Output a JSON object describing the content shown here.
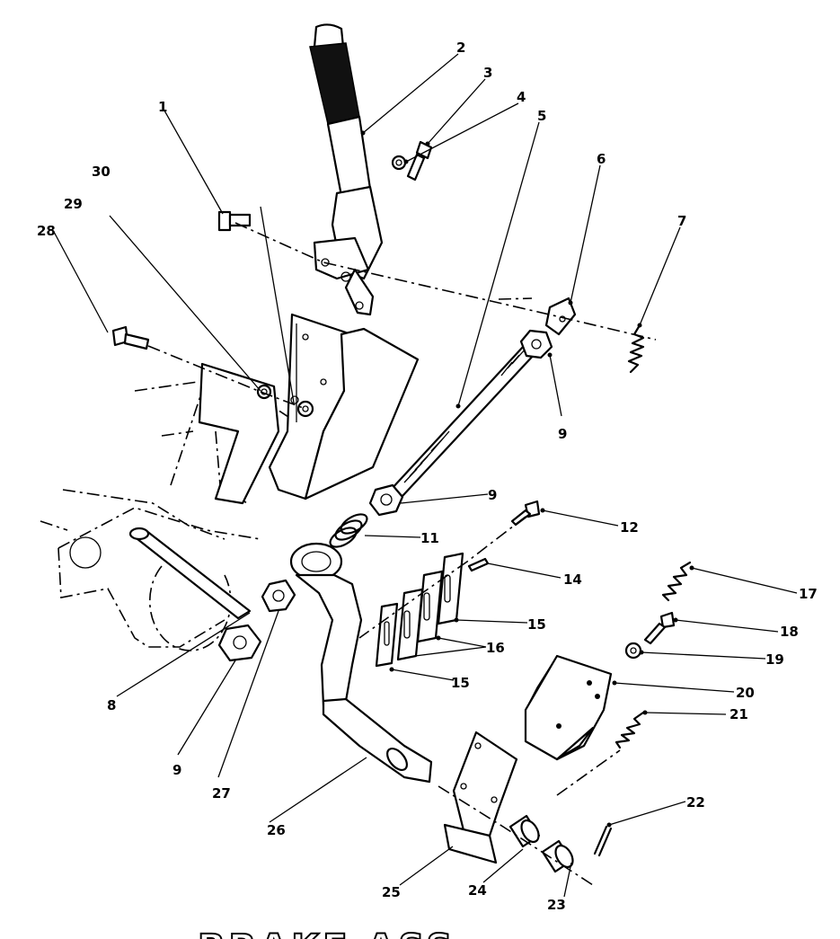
{
  "diagram": {
    "type": "exploded-parts-diagram",
    "title_fragment": "BRAKE ASS",
    "callouts": [
      {
        "label": "1"
      },
      {
        "label": "2"
      },
      {
        "label": "3"
      },
      {
        "label": "4"
      },
      {
        "label": "5"
      },
      {
        "label": "6"
      },
      {
        "label": "7"
      },
      {
        "label": "8"
      },
      {
        "label": "9"
      },
      {
        "label": "9"
      },
      {
        "label": "9"
      },
      {
        "label": "11"
      },
      {
        "label": "12"
      },
      {
        "label": "14"
      },
      {
        "label": "15"
      },
      {
        "label": "15"
      },
      {
        "label": "16"
      },
      {
        "label": "17"
      },
      {
        "label": "18"
      },
      {
        "label": "19"
      },
      {
        "label": "20"
      },
      {
        "label": "21"
      },
      {
        "label": "22"
      },
      {
        "label": "23"
      },
      {
        "label": "24"
      },
      {
        "label": "25"
      },
      {
        "label": "26"
      },
      {
        "label": "27"
      },
      {
        "label": "28"
      },
      {
        "label": "29"
      },
      {
        "label": "30"
      }
    ]
  }
}
